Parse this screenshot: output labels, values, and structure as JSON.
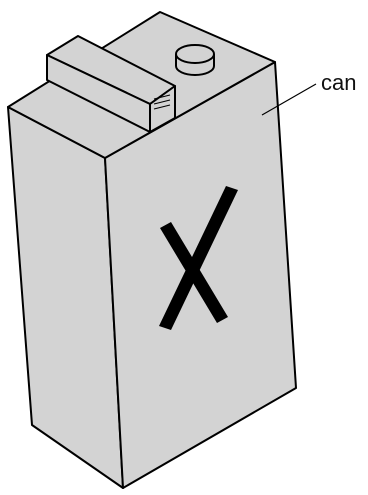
{
  "diagram": {
    "object": "can",
    "callout_label": "can",
    "front_mark": "X",
    "colors": {
      "fill": "#d3d3d3",
      "outline": "#000000",
      "label": "#111111"
    }
  }
}
